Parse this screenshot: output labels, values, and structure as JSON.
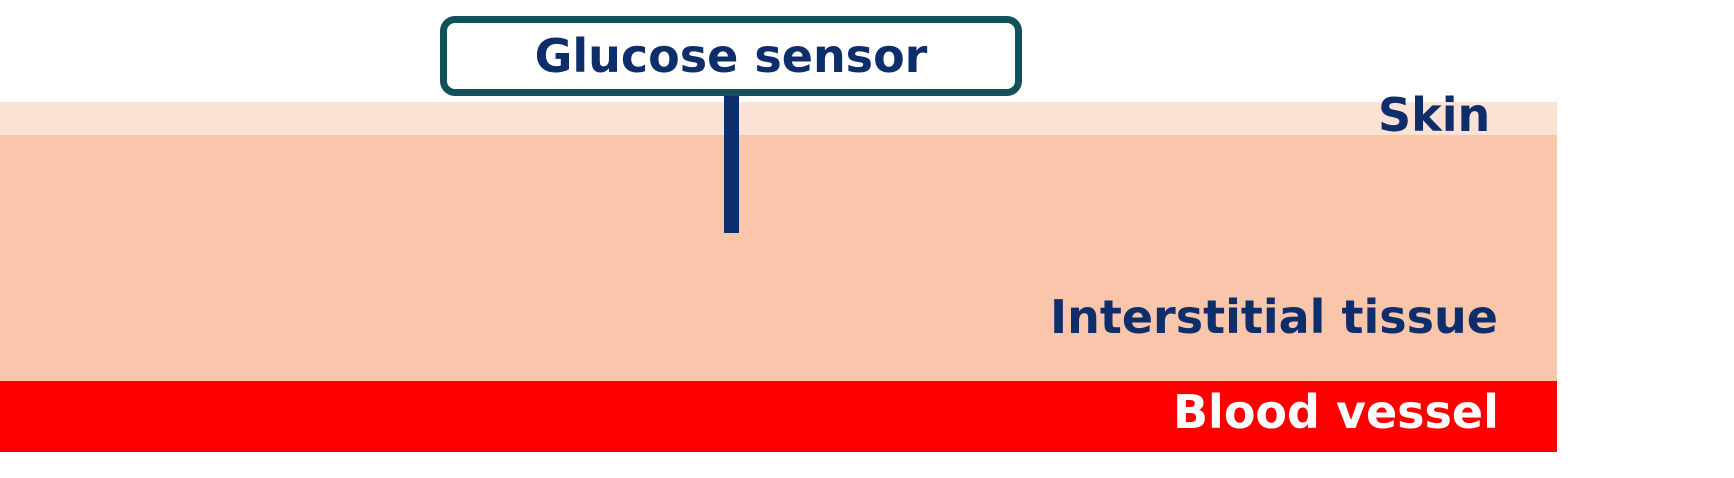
{
  "sensor": {
    "title": "Glucose sensor"
  },
  "layers": {
    "skin": "Skin",
    "interstitial_tissue": "Interstitial tissue",
    "blood_vessel": "Blood vessel"
  },
  "colors": {
    "skin": "#fce1d5",
    "tissue": "#f9c5ab",
    "blood_vessel": "#ff0000",
    "text": "#0d2d6b",
    "sensor_border": "#12505a"
  }
}
